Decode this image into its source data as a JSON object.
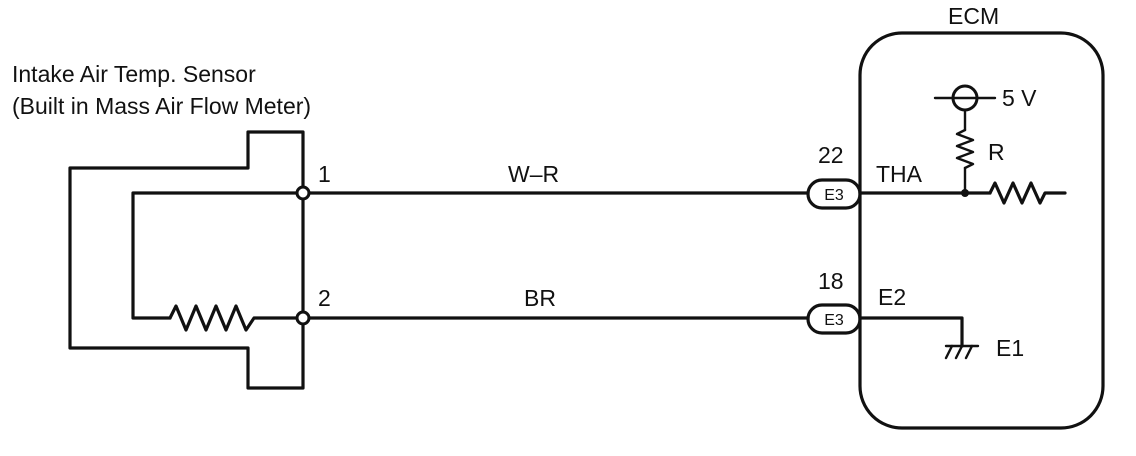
{
  "sensor": {
    "title_line1": "Intake Air Temp. Sensor",
    "title_line2": "(Built in Mass Air Flow Meter)",
    "pin1": "1",
    "pin2": "2"
  },
  "wires": {
    "top_color": "W–R",
    "bottom_color": "BR"
  },
  "ecm": {
    "title": "ECM",
    "pin_top": "22",
    "pin_bottom": "18",
    "connector_top": "E3",
    "connector_bottom": "E3",
    "signal_top": "THA",
    "signal_bottom": "E2",
    "ground_label": "E1",
    "supply_label": "5 V",
    "resistor_label": "R"
  }
}
